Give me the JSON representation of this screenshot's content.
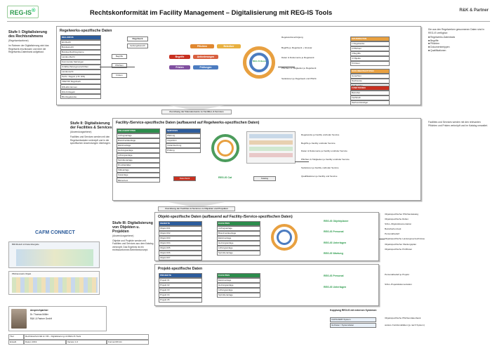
{
  "header": {
    "logo_text": "REG-IS",
    "logo_sup": "®",
    "title": "Rechtskonformität im Facility Management – Digitalisierung mit REG-IS Tools",
    "corner_logo": "R&K & Partner"
  },
  "stage1": {
    "title": "Stufe I: Digitalisierung des Rechtsrahmens",
    "subtitle": "(Regelwerksebene)",
    "text": "Im Rahmen der Digitalisierung wird das Regelwerk erschlossen und über die Regelwerks-Datenbank aufgebaut.",
    "panel_title": "Regelwerks-spezifische Daten",
    "list_header": "REG-INFOS",
    "list_items": [
      "EU-Recht",
      "Bundesrecht",
      "Bundes-Rechtssysteme",
      "Landes-Recht",
      "Kommunale Satzungen",
      "Unfallverhütungsvorschriften",
      "Landesrecht",
      "Techn. Regeln (z.B. DIN)",
      "VDE/VDI Regelwerk",
      "DIN-EN-Normen",
      "DGUV-Regeln",
      "BG-Regelwerke"
    ],
    "nodes": [
      "Regelwerk",
      "Geltungsbereich",
      "Pflichten",
      "Betreiber",
      "Begriffe",
      "Anforderungen",
      "Fristen",
      "Prüfungen"
    ],
    "outputs": [
      "Regelwerksverfolgung",
      "Begriffe je Regelwerk + Glossar",
      "Daten & Dokumente je Regelwerk",
      "Pflichten & Tätigkeiten je Regelwerk",
      "Sanktionen je Regelwerk und Pflicht"
    ],
    "right_panel_header": "GRUNDDATEN",
    "right_panel_items": [
      "1 Regelwerke",
      "2 Pflichten",
      "3 Begriffe",
      "4 Objekte",
      "5 Fristen"
    ],
    "doc_header": "DOKUMENTENTYPEN",
    "doc_items": [
      "Gutachten",
      "Nachweise",
      "Prüfberichte"
    ],
    "fn_header": "FUNKTIONEN",
    "fn_items": [
      "Betreiber",
      "Fachkraft",
      "Sachverständiger"
    ],
    "regis_label": "REG-IS Basis",
    "side_text": "Die aus den Regelwerken gewonnenen Daten sind in REG-IS verfügbar:",
    "side_items": [
      "Regelwerks-Datenbank",
      "Begriffe",
      "Pflichten",
      "Dokumententypen",
      "Qualifikationen"
    ]
  },
  "transition1": {
    "label": "Zuordnung der Datenelemente zu Facilities & Services"
  },
  "stage2": {
    "title": "Stufe II: Digitalisierung der Facilities & Services",
    "subtitle": "(Anwendungsebene)",
    "text": "Facilities und Services werden mit den Regelwerksdaten verknüpft und in die spezifischen Anwendungen übertragen.",
    "panel_title": "Facility-/Service-spezifische Daten (aufbauend auf Regelwerks-spezifischen Daten)",
    "list_header": "ANLAGENTYPEN",
    "list_items": [
      "Aufzugsanlage",
      "Brandmeldeanlage",
      "Elektroanlage",
      "Heizungsanlage",
      "Lüftungsanlage",
      "Sprinkleranlage",
      "Druckbehälter",
      "Kälteanlage",
      "Gasanlage",
      "Blitzschutz"
    ],
    "service_header": "SERVICES",
    "service_items": [
      "Wartung",
      "Inspektion",
      "Instandsetzung",
      "Prüfung"
    ],
    "regis_label": "REG-IS Cat",
    "outputs": [
      "Regelwerke je Facility und/oder Service",
      "Begriffe je Facility und/oder Service",
      "Daten & Dokumente je Facility und/oder Service",
      "Pflichten & Tätigkeiten je Facility und/oder Service",
      "Sanktionen je Facility und/oder Service",
      "Qualifikationen je Facility und Service"
    ],
    "side_text": "Facilities und Services werden mit den relevanten Pflichten und Fristen verknüpft und im Katalog verwaltet.",
    "doc_label_1": "Datenbank",
    "doc_label_2": "Katalog"
  },
  "transition2": {
    "label": "Zuordnung der Facilities & Services zu Objekten und Projekten"
  },
  "stage3": {
    "title": "Stufe III: Digitalisierung von Objekten u. Projekten",
    "subtitle": "(Anwendungsebene)",
    "text": "Objekte und Projekte werden mit Facilities und Services aus dem Katalog verknüpft. Das Ergebnis ist ein rechtskonformes Betreiberkonzept.",
    "obj_panel_title": "Objekt-spezifische Daten (aufbauend auf Facility-/Service-spezifischen Daten)",
    "proj_panel_title": "Projekt-spezifische Daten",
    "obj_list_header": "OBJEKTE",
    "obj_list_items": [
      "Objekt 001",
      "Objekt 002",
      "Objekt 003",
      "Objekt 004",
      "Objekt 005",
      "Objekt 006",
      "Objekt 007"
    ],
    "fac_list_header": "FACILITIES",
    "fac_list_items": [
      "Aufzugsanlage",
      "Brandmeldeanlage",
      "Elektroanlage",
      "Heizungsanlage",
      "Lüftungsanlage",
      "Sprinkleranlage"
    ],
    "proj_list_header": "PROJEKTE",
    "proj_list_items": [
      "Projekt 01",
      "Projekt 02",
      "Projekt 03",
      "Projekt 04",
      "Projekt 05"
    ],
    "proj_fac_header": "FACILITIES",
    "proj_fac_items": [
      "Elektroanlage",
      "Heizungsanlage",
      "Lüftungsanlage",
      "Sprinkleranlage"
    ],
    "regis_obj": [
      "REG-IS Objektplaner",
      "REG-IS Personal",
      "REG-IS Unterlagen",
      "REG-IS Wartung"
    ],
    "regis_proj": [
      "REG-IS Personal",
      "REG-IS Unterlagen"
    ],
    "obj_outputs": [
      "Objektspezifischer Pflichtenkatalog",
      "Objektspezifische Rollen",
      "SOLL-Objektdokumentation",
      "Betreiberkonzept",
      "Personalbedarf",
      "Objektspezifische Leistungsverzeichnisse",
      "Objektspezifischer Wartungsplan",
      "Objektspezifische Prüffristen"
    ],
    "proj_outputs": [
      "Personalbedarf je Projekt",
      "SOLL-Projektdokumentation"
    ],
    "external_label": "Kopplung REG-IS mit externen Systemen",
    "external_items": [
      "CAFM-/ERP-System",
      "Ist-Daten / Systemdaten"
    ],
    "external_outputs": [
      "Objektspezifische Pflichtendatenbank",
      "weitere Funktionalitäten (je nach System)"
    ],
    "cafm_logo": "CAFM CONNECT",
    "bim_caption": "BIM-Modell mit Datenübergabe",
    "matrix_caption": "Pflichtenmatrix Objekt"
  },
  "footer": {
    "person_caption": "Ansprechpartner",
    "person_name": "Dr. Thomas Müller",
    "person_company": "R&K & Partner GmbH",
    "row1_label": "Titel",
    "row1_value": "Rechtskonformität im FM – Digitalisierung mit REG-IS Tools",
    "row2_label": "Erstellt",
    "row2_value": "Datum 2019",
    "row2_extra": "Version 1.0",
    "row2_page": "Format DIN A1"
  }
}
